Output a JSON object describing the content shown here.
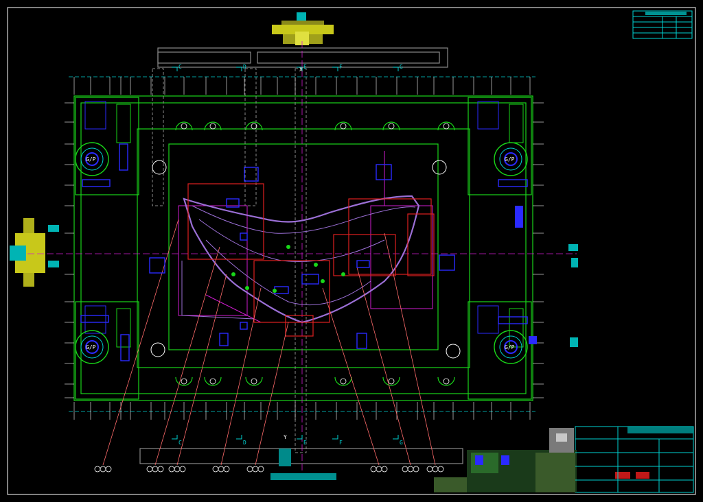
{
  "drawing": {
    "section_letters_top": [
      "C",
      "D",
      "E",
      "F",
      "G"
    ],
    "section_letters_bottom": [
      "C",
      "D",
      "E",
      "F",
      "G"
    ],
    "center_marks": [
      "X",
      "Y"
    ],
    "guide_pin_label": "G/P"
  },
  "colors": {
    "frame": "#ffffff",
    "green": "#19d619",
    "cyan": "#00d2d2",
    "magenta": "#d01cd0",
    "purple": "#9b6fd6",
    "red": "#e02020",
    "blue": "#2a2aff",
    "yellow": "#d8d81a",
    "dim": "#8a8a8a"
  }
}
